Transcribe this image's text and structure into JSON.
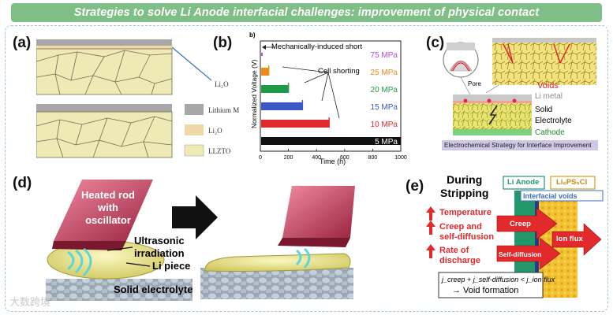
{
  "title": "Strategies to solve Li Anode interfacial challenges: improvement of physical contact",
  "watermark": "大数跨境",
  "colors": {
    "banner": "#7fbf87",
    "lithium": "#a7a7a7",
    "li2o": "#eed9a6",
    "llzto": "#eeeab6",
    "grain_line": "#6f6a55"
  },
  "panel_a": {
    "label": "(a)",
    "callout": "Li₂O",
    "legend": [
      {
        "name": "Lithium M",
        "swatch": "lithium"
      },
      {
        "name": "Li₂O",
        "swatch": "li2o"
      },
      {
        "name": "LLZTO",
        "swatch": "llzto"
      }
    ]
  },
  "panel_b": {
    "label": "(b)",
    "corner_letter": "b)",
    "annotation_short": "Mechanically-induced short",
    "annotation_cell": "Cell shorting",
    "ylabel": "Normalized Voltage (V)",
    "xlabel": "Time (h)",
    "x_ticks": [
      "0",
      "200",
      "400",
      "600",
      "800",
      "1000"
    ]
  },
  "chart_data": {
    "type": "line",
    "xlabel": "Time (h)",
    "ylabel": "Normalized Voltage (V)",
    "xlim": [
      0,
      1000
    ],
    "series": [
      {
        "name": "75 MPa",
        "color": "#b04fd1",
        "end_time": 8,
        "shorted": true
      },
      {
        "name": "25 MPa",
        "color": "#f08a1c",
        "end_time": 60,
        "shorted": true
      },
      {
        "name": "20 MPa",
        "color": "#1e9b47",
        "end_time": 200,
        "shorted": true
      },
      {
        "name": "15 MPa",
        "color": "#3a58c6",
        "end_time": 300,
        "shorted": true
      },
      {
        "name": "10 MPa",
        "color": "#e2292b",
        "end_time": 490,
        "shorted": true
      },
      {
        "name": "5 MPa",
        "color": "#111111",
        "end_time": 1000,
        "shorted": false
      }
    ]
  },
  "panel_c": {
    "label": "(c)",
    "pore_label": "Pore",
    "voids": "Voids",
    "li_metal": "Li metal",
    "solid": "Solid",
    "electrolyte": "Electrolyte",
    "cathode": "Cathode",
    "caption": "Electrochemical Strategy for Interface Improvement"
  },
  "panel_d": {
    "label": "(d)",
    "rod_lines": [
      "Heated rod",
      "with",
      "oscillator"
    ],
    "ultrasonic_lines": [
      "Ultrasonic",
      "irradiation"
    ],
    "li_piece": "Li piece",
    "solid_electrolyte": "Solid electrolyte"
  },
  "panel_e": {
    "label": "(e)",
    "during_lines": [
      "During",
      "Stripping"
    ],
    "li_anode": "Li Anode",
    "li6ps5cl": "Li₆PS₅Cl",
    "interfacial_voids": "Interfacial voids",
    "temperature": "Temperature",
    "creep_lines": [
      "Creep and",
      "self-diffusion"
    ],
    "rate_lines": [
      "Rate of",
      "discharge"
    ],
    "arrow_creep": "Creep",
    "arrow_self": "Self-diffusion",
    "arrow_ion": "Ion flux",
    "formula": "j_creep + j_self-diffusion < j_ion flux",
    "void_formation": "→ Void formation"
  }
}
